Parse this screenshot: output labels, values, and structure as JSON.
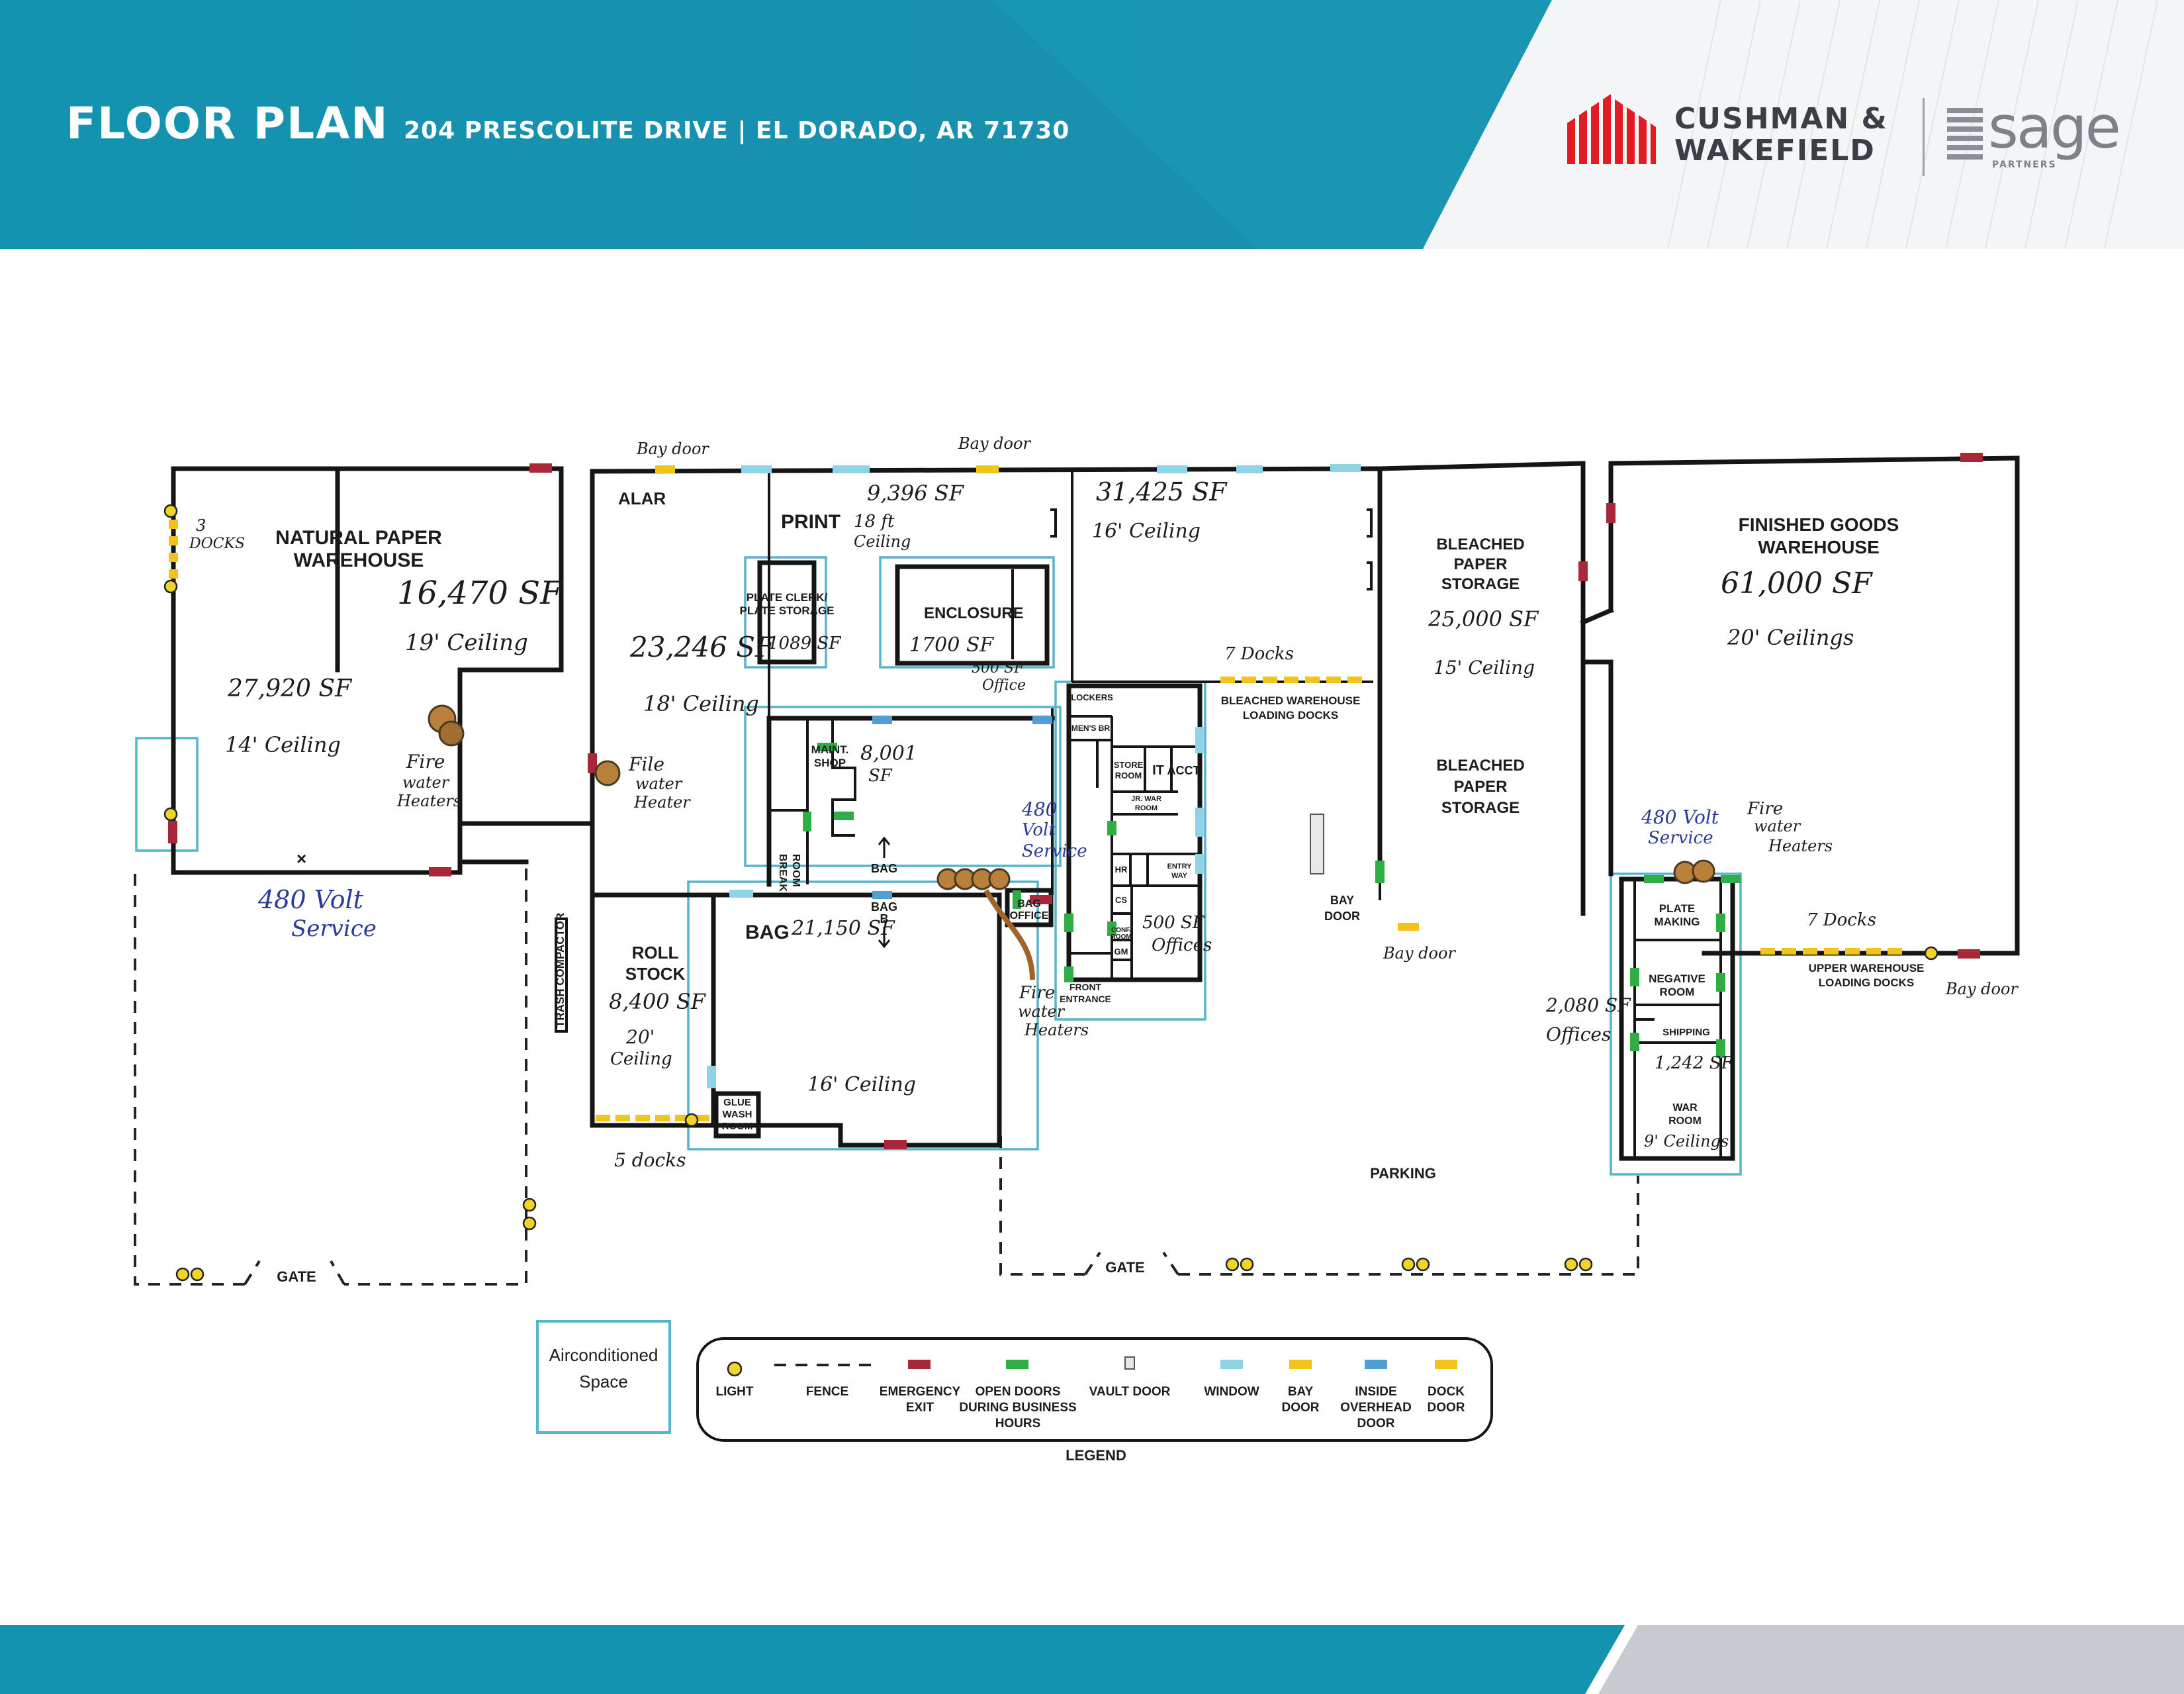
{
  "header": {
    "title": "FLOOR PLAN",
    "address": "204 PRESCOLITE DRIVE | EL DORADO, AR 71730",
    "band_color": "#1297b4",
    "logo_cushman": {
      "line1": "CUSHMAN &",
      "line2": "WAKEFIELD",
      "color": "#e31b23"
    },
    "logo_sage": {
      "word": "sage",
      "sub": "PARTNERS"
    }
  },
  "plan": {
    "natural_paper": {
      "title1": "NATURAL PAPER",
      "title2": "WAREHOUSE",
      "sf": "16,470 SF",
      "ceiling": "19' Ceiling",
      "sf2": "27,920 SF",
      "ceiling2": "14' Ceiling",
      "docks1": "3",
      "docks2": "DOCKS"
    },
    "fire_heaters_left": {
      "l1": "Fire",
      "l2": "water",
      "l3": "Heaters"
    },
    "fire_heaters_alar": {
      "l1": "File",
      "l2": "water",
      "l3": "Heater"
    },
    "service_left": {
      "l1": "480 Volt",
      "l2": "Service"
    },
    "alar": {
      "title": "ALAR",
      "sf": "23,246 SF",
      "ceiling": "18' Ceiling"
    },
    "bay_door_top1": "Bay door",
    "bay_door_top2": "Bay door",
    "print": {
      "title": "PRINT",
      "sf": "9,396 SF",
      "ceiling1": "18 ft",
      "ceiling2": "Ceiling"
    },
    "plate_clerk": {
      "l1": "PLATE CLERK/",
      "l2": "PLATE STORAGE",
      "sf": "1089 SF"
    },
    "enclosure": {
      "title": "ENCLOSURE",
      "sf": "1700 SF",
      "office1": "500 SF",
      "office2": "Office"
    },
    "center": {
      "sf": "31,425 SF",
      "ceiling": "16' Ceiling"
    },
    "maint": {
      "l1": "MAINT.",
      "l2": "SHOP",
      "sf1": "8,001",
      "sf2": "SF",
      "break1": "BREAK",
      "break2": "ROOM"
    },
    "bag": {
      "title": "BAG",
      "sf": "21,150 SF",
      "ceiling": "16' Ceiling",
      "bag_a": "BAG",
      "bag_b1": "BAG",
      "bag_b2": "B",
      "office1": "BAG",
      "office2": "OFFICE",
      "glue1": "GLUE",
      "glue2": "WASH",
      "glue3": "ROOM"
    },
    "service_center": {
      "l1": "480",
      "l2": "Volt",
      "l3": "Service"
    },
    "fire_heaters_center": {
      "l1": "Fire",
      "l2": "water",
      "l3": "Heaters"
    },
    "roll_stock": {
      "l1": "ROLL",
      "l2": "STOCK",
      "sf": "8,400 SF",
      "ceiling1": "20'",
      "ceiling2": "Ceiling",
      "docks": "5 docks"
    },
    "trash": "TRASH COMPACTOR",
    "offices": {
      "lockers": "LOCKERS",
      "mens": "MEN'S BR",
      "store1": "STORE",
      "store2": "ROOM",
      "it": "IT",
      "acct": "ACCT.",
      "jr1": "JR. WAR",
      "jr2": "ROOM",
      "entry1": "ENTRY",
      "entry2": "WAY",
      "cs": "CS",
      "gm": "GM",
      "conf1": "CONF.",
      "conf2": "ROOM",
      "hr": "HR",
      "front1": "FRONT",
      "front2": "ENTRANCE",
      "sf1": "500 SF",
      "sf2": "Offices"
    },
    "bleached": {
      "docks": "7 Docks",
      "docks_label1": "BLEACHED WAREHOUSE",
      "docks_label2": "LOADING DOCKS",
      "t1": "BLEACHED",
      "t2": "PAPER",
      "t3": "STORAGE",
      "sf": "25,000 SF",
      "ceiling": "15' Ceiling",
      "bay1": "BAY",
      "bay2": "DOOR",
      "bay_hw": "Bay door"
    },
    "finished": {
      "t1": "FINISHED GOODS",
      "t2": "WAREHOUSE",
      "sf": "61,000 SF",
      "ceiling": "20' Ceilings",
      "service1": "480 Volt",
      "service2": "Service",
      "fire1": "Fire",
      "fire2": "water",
      "fire3": "Heaters",
      "docks": "7 Docks",
      "docks_label1": "UPPER WAREHOUSE",
      "docks_label2": "LOADING DOCKS",
      "bay_hw": "Bay door"
    },
    "right_offices": {
      "plate1": "PLATE",
      "plate2": "MAKING",
      "neg1": "NEGATIVE",
      "neg2": "ROOM",
      "shipping": "SHIPPING",
      "sf": "1,242 SF",
      "war1": "WAR",
      "war2": "ROOM",
      "ceil": "9' Ceilings",
      "left1": "2,080 SF",
      "left2": "Offices"
    },
    "parking": "PARKING",
    "gate_left": "GATE",
    "gate_center": "GATE"
  },
  "legend": {
    "ac_l1": "Airconditioned",
    "ac_l2": "Space",
    "title": "LEGEND",
    "items": [
      {
        "l1": "LIGHT",
        "l2": "",
        "l3": ""
      },
      {
        "l1": "FENCE",
        "l2": "",
        "l3": ""
      },
      {
        "l1": "EMERGENCY",
        "l2": "EXIT",
        "l3": ""
      },
      {
        "l1": "OPEN DOORS",
        "l2": "DURING BUSINESS",
        "l3": "HOURS"
      },
      {
        "l1": "VAULT DOOR",
        "l2": "",
        "l3": ""
      },
      {
        "l1": "WINDOW",
        "l2": "",
        "l3": ""
      },
      {
        "l1": "BAY",
        "l2": "DOOR",
        "l3": ""
      },
      {
        "l1": "INSIDE",
        "l2": "OVERHEAD",
        "l3": "DOOR"
      },
      {
        "l1": "DOCK",
        "l2": "DOOR",
        "l3": ""
      }
    ]
  }
}
